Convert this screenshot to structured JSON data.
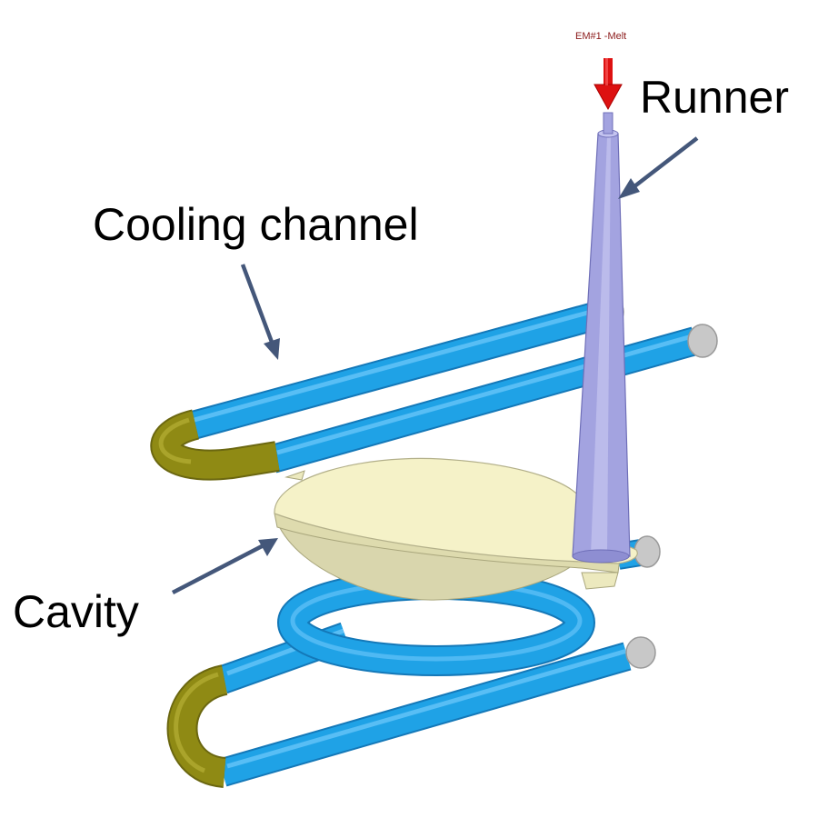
{
  "labels": {
    "melt_entrance": "EM#1 -Melt",
    "runner": "Runner",
    "cooling_channel": "Cooling channel",
    "cavity": "Cavity"
  },
  "colors": {
    "cooling_channel": "#1fa2e6",
    "cooling_channel_edge": "#1478b8",
    "bend": "#8f8a14",
    "bend_edge": "#6b6710",
    "pipe_end_cap": "#c8c8c8",
    "runner": "#a3a3e0",
    "runner_edge": "#6f6fb8",
    "cavity_top": "#f5f2c8",
    "cavity_side": "#dedbae",
    "arrow": "#44577a",
    "melt_arrow": "#dd1111",
    "label_text": "#000000"
  }
}
